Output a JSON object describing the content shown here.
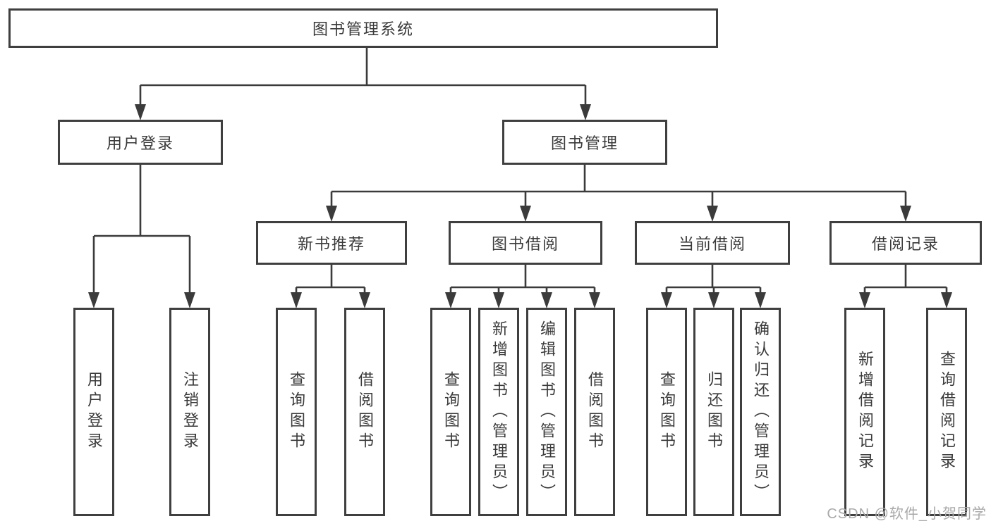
{
  "diagram_title": "图书管理系统",
  "nodes": {
    "root": {
      "label": "图书管理系统"
    },
    "level2": [
      {
        "label": "用户登录"
      },
      {
        "label": "图书管理"
      }
    ],
    "level3": [
      {
        "label": "新书推荐"
      },
      {
        "label": "图书借阅"
      },
      {
        "label": "当前借阅"
      },
      {
        "label": "借阅记录"
      }
    ],
    "leaves": {
      "user_login": [
        "用户登录",
        "注销登录"
      ],
      "new_books": [
        "查询图书",
        "借阅图书"
      ],
      "book_borrow": [
        "查询图书",
        "新增图书（管理员）",
        "编辑图书（管理员）",
        "借阅图书"
      ],
      "current_borrow": [
        "查询图书",
        "归还图书",
        "确认归还（管理员）"
      ],
      "borrow_records": [
        "新增借阅记录",
        "查询借阅记录"
      ]
    }
  },
  "watermark": "CSDN @软件_小贺同学",
  "colors": {
    "line": "#3b3b3b",
    "box_border": "#3f3f3f",
    "text": "#3a3a3a",
    "background": "#ffffff",
    "watermark": "#a9a9a9"
  }
}
